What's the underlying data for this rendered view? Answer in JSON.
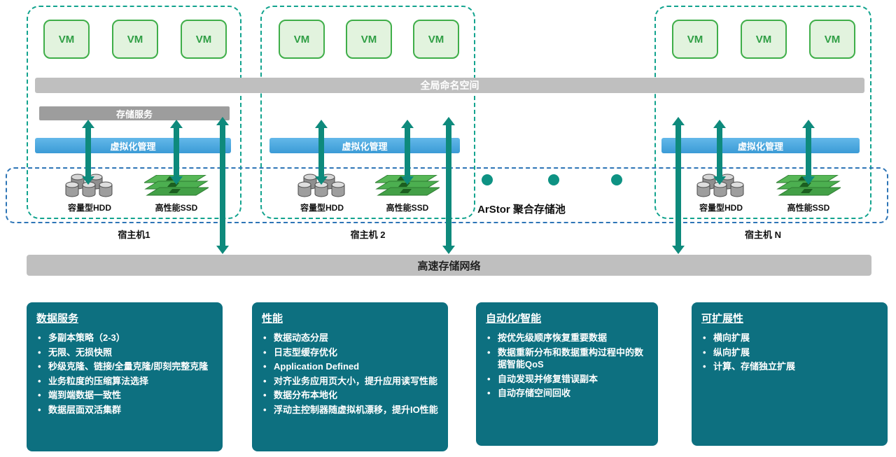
{
  "diagram": {
    "vm_label": "VM",
    "global_namespace_label": "全局命名空间",
    "storage_service_label": "存储服务",
    "virtualization_label": "虚拟化管理",
    "hdd_label": "容量型HDD",
    "ssd_label": "高性能SSD",
    "pool_label": "ArStor 聚合存储池",
    "network_label": "高速存储网络",
    "hosts": [
      {
        "name": "宿主机1"
      },
      {
        "name": "宿主机 2"
      },
      {
        "name": "宿主机 N"
      }
    ]
  },
  "features": [
    {
      "title": "数据服务",
      "items": [
        "多副本策略（2-3）",
        "无限、无损快照",
        "秒级克隆、链接/全量克隆/即刻完整克隆",
        "业务粒度的压缩算法选择",
        "端到端数据一致性",
        "数据层面双活集群"
      ]
    },
    {
      "title": "性能",
      "items": [
        "数据动态分层",
        "日志型缓存优化",
        "Application Defined",
        "对齐业务应用页大小，提升应用读写性能",
        "数据分布本地化",
        "浮动主控制器随虚拟机漂移，提升IO性能"
      ]
    },
    {
      "title": "自动化/智能",
      "items": [
        "按优先级顺序恢复重要数据",
        "数据重新分布和数据重构过程中的数据智能QoS",
        "自动发现并修复错误副本",
        "自动存储空间回收"
      ]
    },
    {
      "title": "可扩展性",
      "items": [
        "横向扩展",
        "纵向扩展",
        "计算、存储独立扩展"
      ]
    }
  ],
  "colors": {
    "vm_green": "#3fae49",
    "vm_fill": "#e2f3de",
    "host_border_teal": "#12a38e",
    "arrow_teal": "#0e8a7c",
    "pool_border_blue": "#2e75b6",
    "virtualization_blue": "#45a6db",
    "bar_gray": "#bfbfbf",
    "storage_service_gray": "#9d9d9d",
    "feature_teal": "#0d7080"
  }
}
